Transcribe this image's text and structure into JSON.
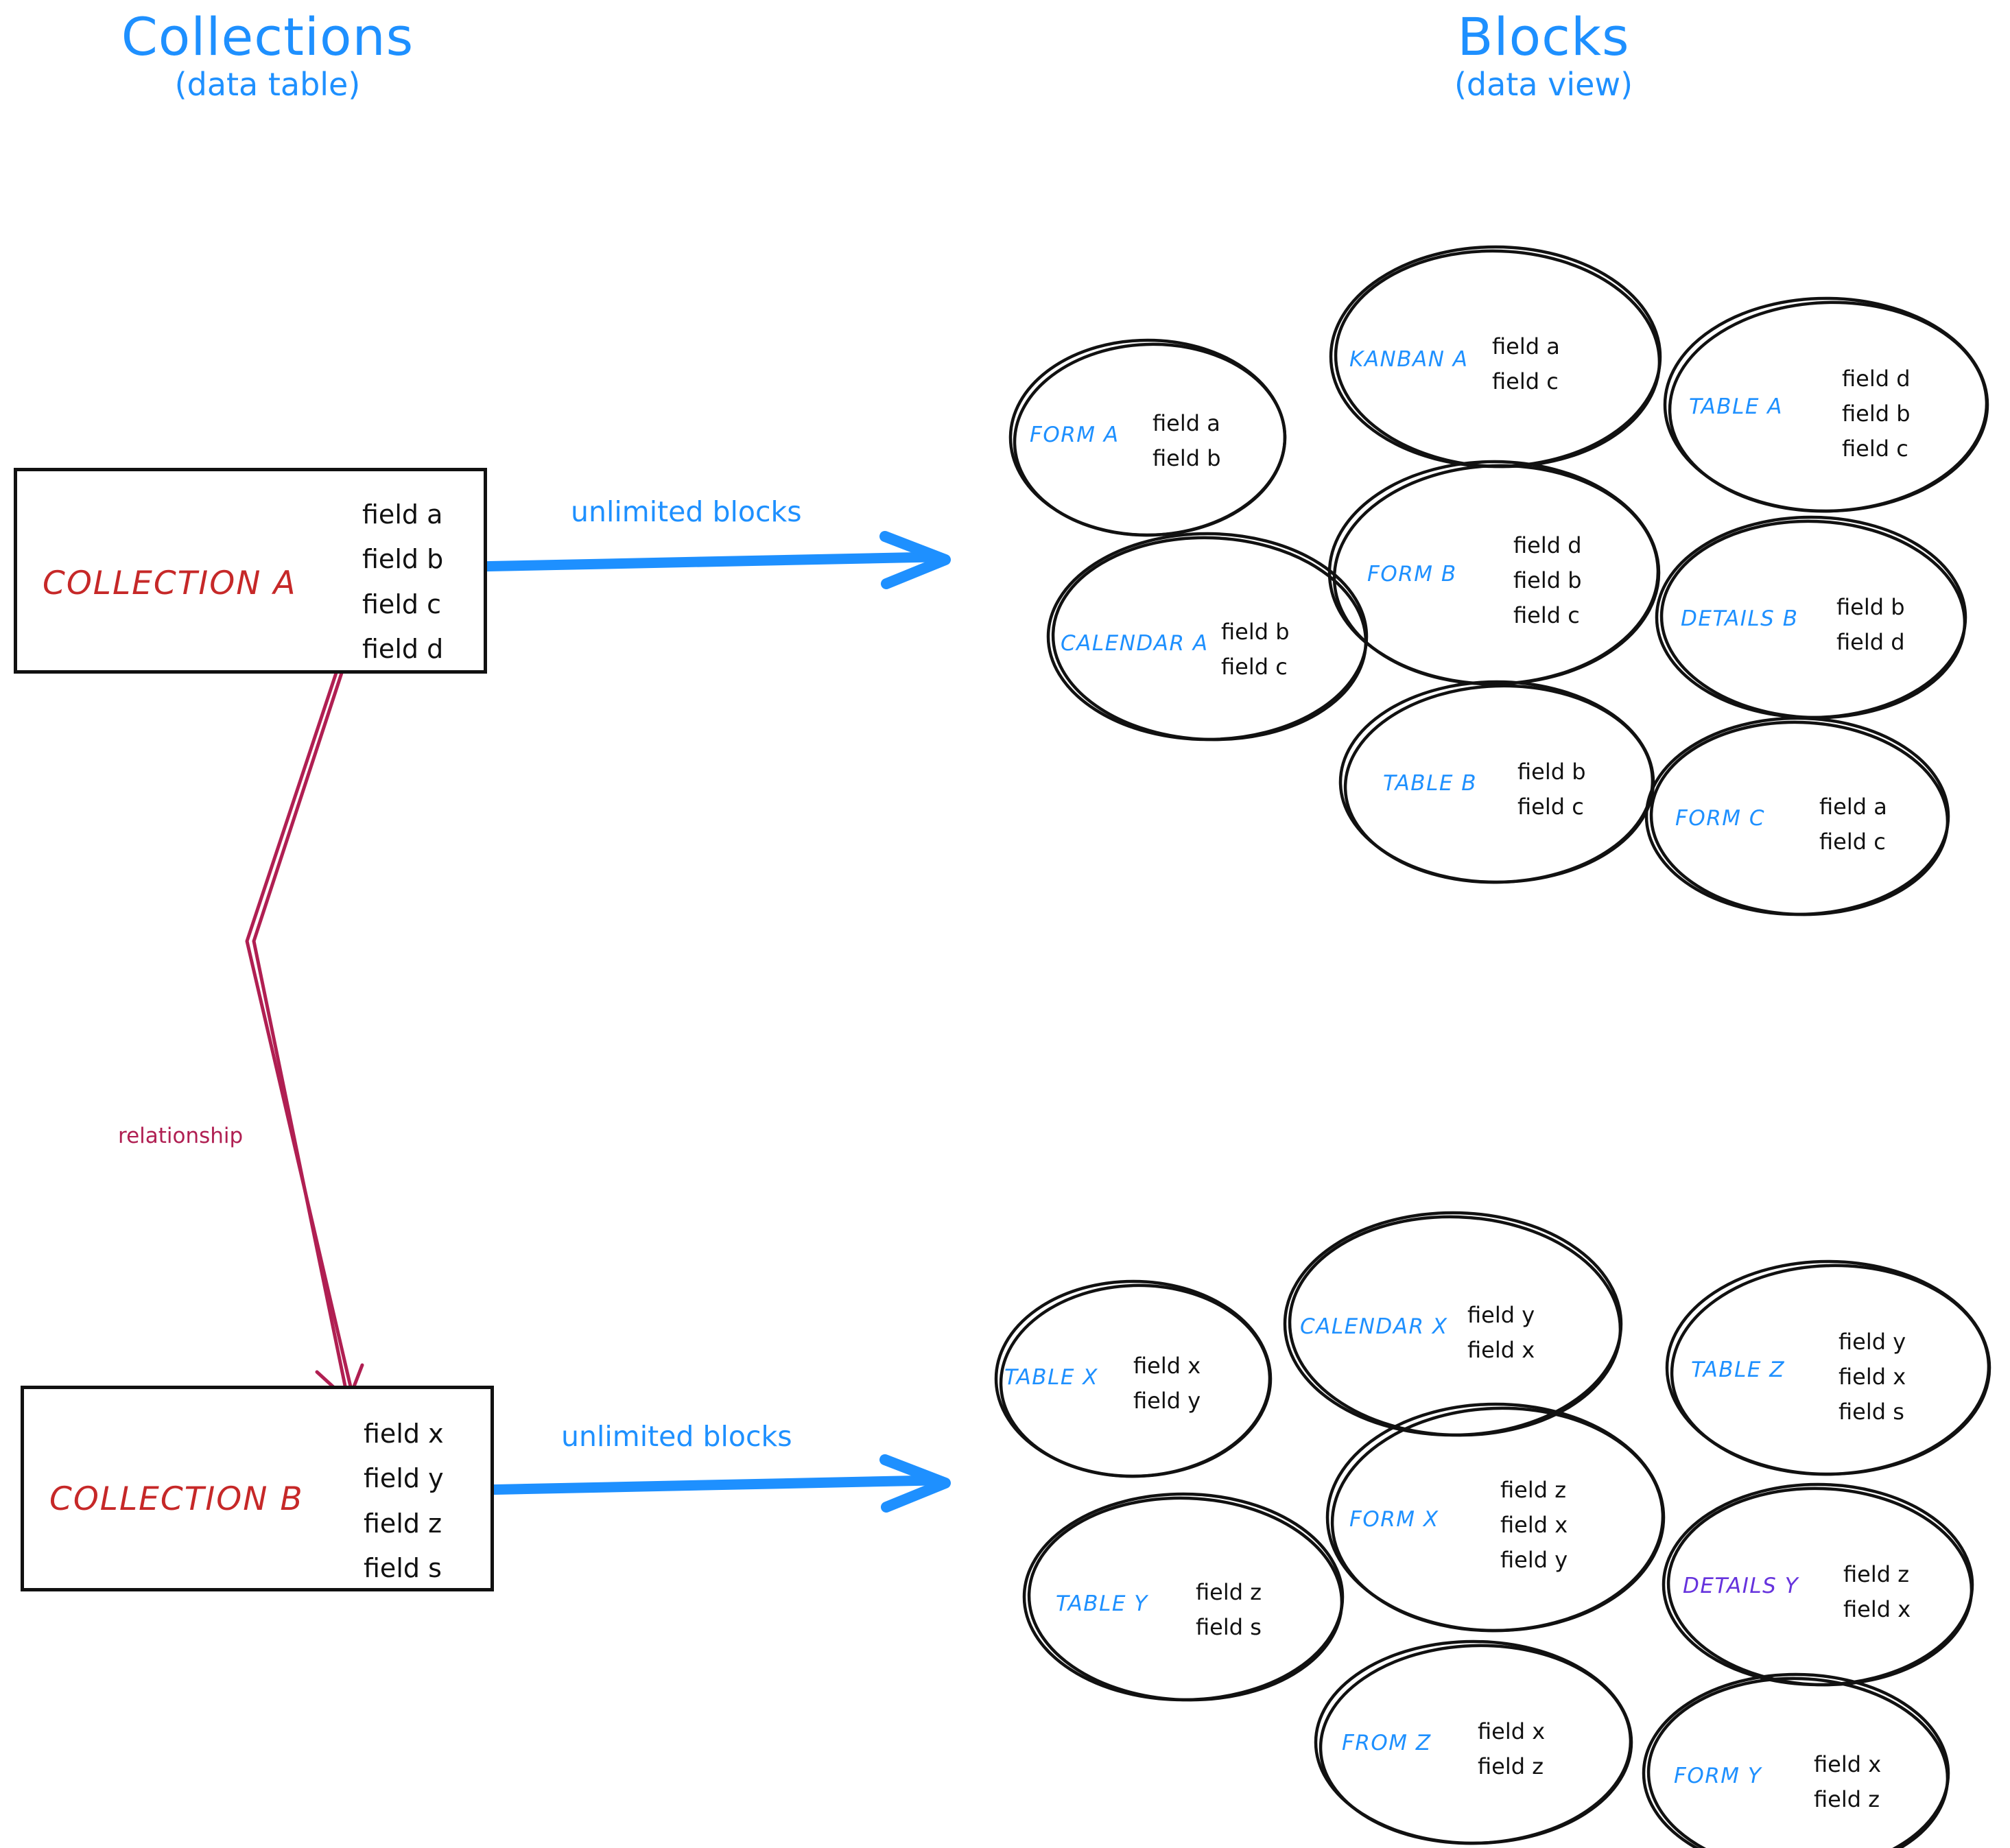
{
  "headers": {
    "left": {
      "title": "Collections",
      "subtitle": "(data table)"
    },
    "right": {
      "title": "Blocks",
      "subtitle": "(data view)"
    }
  },
  "colors": {
    "accent_blue": "#1e90ff",
    "collection_red": "#c62828",
    "relationship_crimson": "#b01f52",
    "details_violet": "#6633dd",
    "outline_black": "#111111"
  },
  "collections": [
    {
      "name": "COLLECTION A",
      "fields": [
        "field a",
        "field b",
        "field c",
        "field d"
      ]
    },
    {
      "name": "COLLECTION B",
      "fields": [
        "field x",
        "field y",
        "field z",
        "field s"
      ]
    }
  ],
  "arrows": {
    "top_label": "unlimited blocks",
    "bottom_label": "unlimited blocks",
    "relationship_label": "relationship"
  },
  "block_groups": [
    {
      "source": "COLLECTION A",
      "blocks": [
        {
          "label": "FORM A",
          "fields": [
            "field a",
            "field b"
          ],
          "color": "blue"
        },
        {
          "label": "KANBAN A",
          "fields": [
            "field a",
            "field c"
          ],
          "color": "blue"
        },
        {
          "label": "TABLE A",
          "fields": [
            "field d",
            "field b",
            "field c"
          ],
          "color": "blue"
        },
        {
          "label": "CALENDAR A",
          "fields": [
            "field b",
            "field c"
          ],
          "color": "blue"
        },
        {
          "label": "FORM B",
          "fields": [
            "field d",
            "field b",
            "field c"
          ],
          "color": "blue"
        },
        {
          "label": "DETAILS B",
          "fields": [
            "field b",
            "field d"
          ],
          "color": "blue"
        },
        {
          "label": "TABLE B",
          "fields": [
            "field b",
            "field c"
          ],
          "color": "blue"
        },
        {
          "label": "FORM C",
          "fields": [
            "field a",
            "field c"
          ],
          "color": "blue"
        }
      ]
    },
    {
      "source": "COLLECTION B",
      "blocks": [
        {
          "label": "TABLE X",
          "fields": [
            "field x",
            "field y"
          ],
          "color": "blue"
        },
        {
          "label": "CALENDAR X",
          "fields": [
            "field y",
            "field x"
          ],
          "color": "blue"
        },
        {
          "label": "TABLE Z",
          "fields": [
            "field y",
            "field x",
            "field s"
          ],
          "color": "blue"
        },
        {
          "label": "TABLE Y",
          "fields": [
            "field z",
            "field s"
          ],
          "color": "blue"
        },
        {
          "label": "FORM X",
          "fields": [
            "field z",
            "field x",
            "field y"
          ],
          "color": "blue"
        },
        {
          "label": "DETAILS Y",
          "fields": [
            "field z",
            "field x"
          ],
          "color": "violet"
        },
        {
          "label": "FROM Z",
          "fields": [
            "field x",
            "field z"
          ],
          "color": "blue"
        },
        {
          "label": "FORM Y",
          "fields": [
            "field x",
            "field z"
          ],
          "color": "blue"
        }
      ]
    }
  ]
}
